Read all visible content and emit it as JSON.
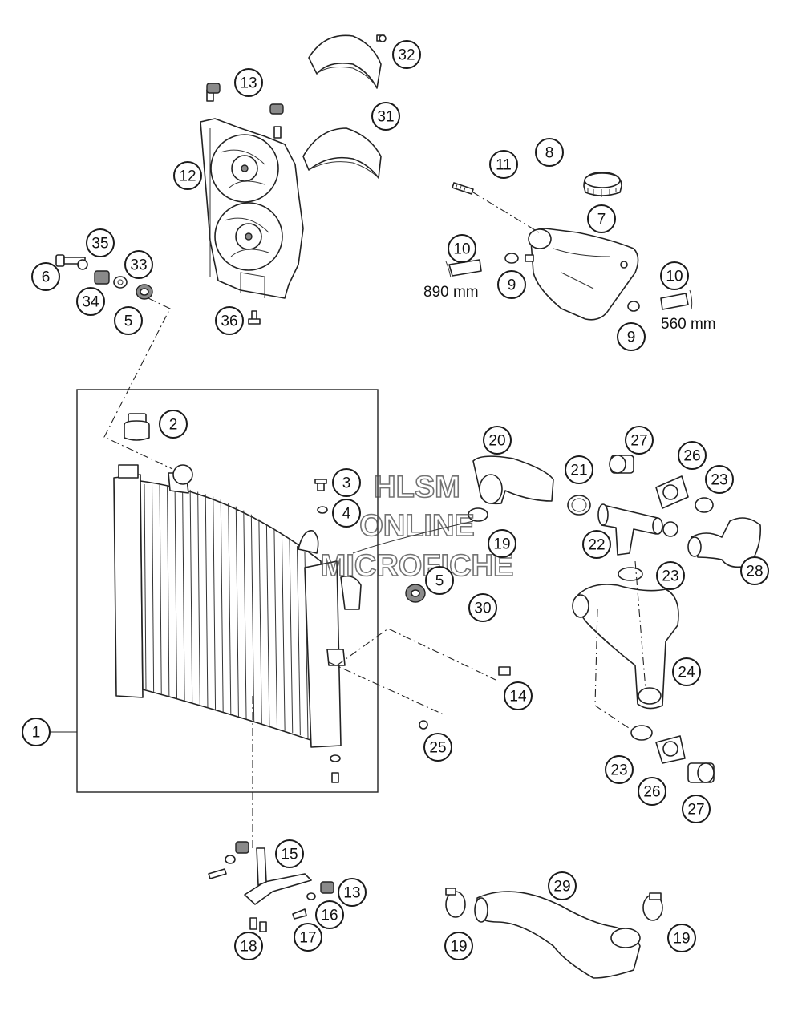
{
  "watermark": {
    "line1": "HLSM",
    "line2": "ONLINE",
    "line3": "MICROFICHE"
  },
  "measurements": {
    "hose_left": "890 mm",
    "hose_right": "560 mm"
  },
  "callouts": [
    {
      "id": "c1",
      "label": "1"
    },
    {
      "id": "c2",
      "label": "2"
    },
    {
      "id": "c3",
      "label": "3"
    },
    {
      "id": "c4",
      "label": "4"
    },
    {
      "id": "c5a",
      "label": "5"
    },
    {
      "id": "c5b",
      "label": "5"
    },
    {
      "id": "c6",
      "label": "6"
    },
    {
      "id": "c7",
      "label": "7"
    },
    {
      "id": "c8",
      "label": "8"
    },
    {
      "id": "c9a",
      "label": "9"
    },
    {
      "id": "c9b",
      "label": "9"
    },
    {
      "id": "c10a",
      "label": "10"
    },
    {
      "id": "c10b",
      "label": "10"
    },
    {
      "id": "c11",
      "label": "11"
    },
    {
      "id": "c12",
      "label": "12"
    },
    {
      "id": "c13a",
      "label": "13"
    },
    {
      "id": "c13b",
      "label": "13"
    },
    {
      "id": "c14",
      "label": "14"
    },
    {
      "id": "c15",
      "label": "15"
    },
    {
      "id": "c16",
      "label": "16"
    },
    {
      "id": "c17",
      "label": "17"
    },
    {
      "id": "c18",
      "label": "18"
    },
    {
      "id": "c19a",
      "label": "19"
    },
    {
      "id": "c19b",
      "label": "19"
    },
    {
      "id": "c19c",
      "label": "19"
    },
    {
      "id": "c20",
      "label": "20"
    },
    {
      "id": "c21",
      "label": "21"
    },
    {
      "id": "c22",
      "label": "22"
    },
    {
      "id": "c23a",
      "label": "23"
    },
    {
      "id": "c23b",
      "label": "23"
    },
    {
      "id": "c23c",
      "label": "23"
    },
    {
      "id": "c24",
      "label": "24"
    },
    {
      "id": "c25",
      "label": "25"
    },
    {
      "id": "c26a",
      "label": "26"
    },
    {
      "id": "c26b",
      "label": "26"
    },
    {
      "id": "c27a",
      "label": "27"
    },
    {
      "id": "c27b",
      "label": "27"
    },
    {
      "id": "c28",
      "label": "28"
    },
    {
      "id": "c29",
      "label": "29"
    },
    {
      "id": "c30",
      "label": "30"
    },
    {
      "id": "c31",
      "label": "31"
    },
    {
      "id": "c32",
      "label": "32"
    },
    {
      "id": "c33",
      "label": "33"
    },
    {
      "id": "c34",
      "label": "34"
    },
    {
      "id": "c35",
      "label": "35"
    },
    {
      "id": "c36",
      "label": "36"
    }
  ]
}
